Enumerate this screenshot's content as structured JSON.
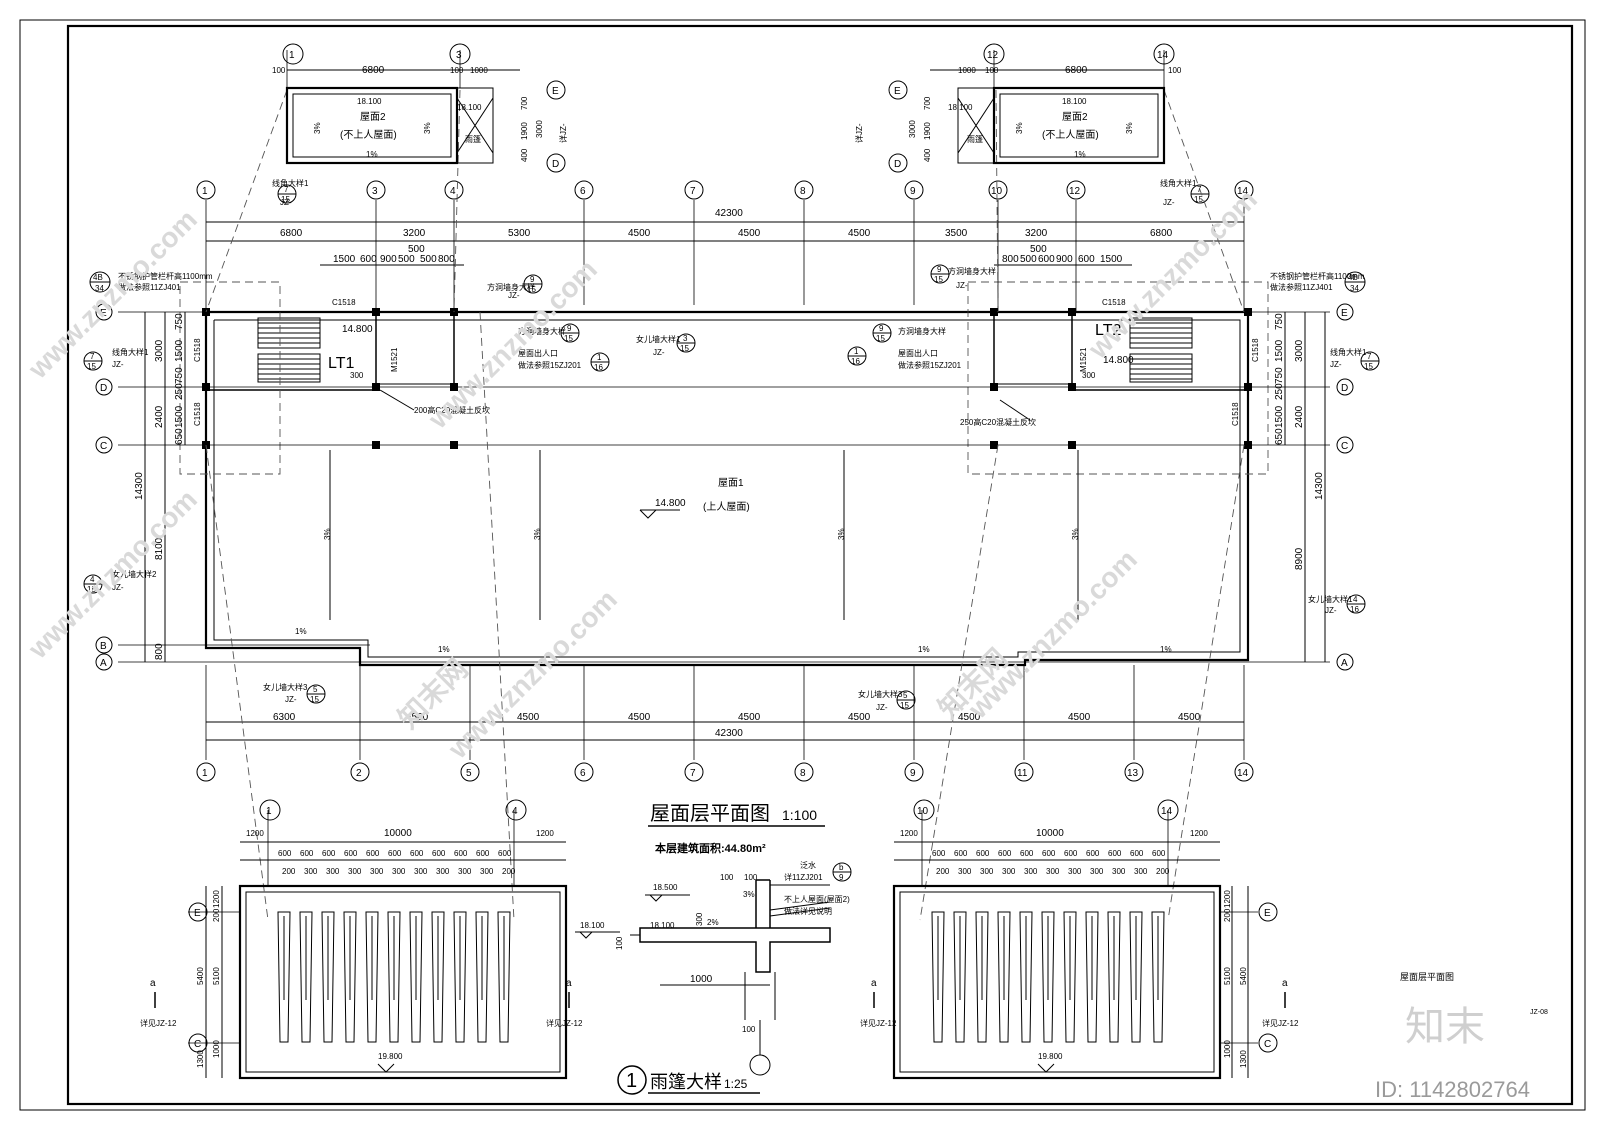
{
  "drawing": {
    "title": "屋面层平面图",
    "title_scale": "1:100",
    "area_label": "本层建筑面积:44.80m²",
    "sheet_name": "屋面层平面图",
    "sheet_no": "JZ-08",
    "detail_title_num": "1",
    "detail_title": "雨篷大样",
    "detail_scale": "1:25"
  },
  "main_plan": {
    "overall_dim": "42300",
    "top_dims": [
      "6800",
      "3200",
      "5300",
      "4500",
      "4500",
      "4500",
      "3500",
      "3200",
      "6800"
    ],
    "sub_dims_left": [
      "1500",
      "600",
      "900",
      "500",
      "500",
      "800"
    ],
    "sub_dims_left_top": "500",
    "sub_dims_right": [
      "800",
      "500",
      "600",
      "900",
      "600",
      "1500"
    ],
    "sub_dims_right_top": "500",
    "bottom_dims": [
      "6300",
      "4500",
      "4500",
      "4500",
      "4500",
      "4500",
      "4500",
      "4500",
      "4500"
    ],
    "left_dims": [
      "3000",
      "2400",
      "8100",
      "800"
    ],
    "left_total": "14300",
    "left_stair_dims": [
      "750",
      "1500",
      "750",
      "250",
      "1500",
      "650"
    ],
    "right_dims": [
      "3000",
      "2400",
      "8900"
    ],
    "right_total": "14300",
    "right_stair_dims": [
      "750",
      "1500",
      "750",
      "250",
      "1500",
      "650"
    ],
    "top_axes": [
      "1",
      "3",
      "4",
      "6",
      "7",
      "8",
      "9",
      "10",
      "12",
      "14"
    ],
    "bottom_axes": [
      "1",
      "2",
      "5",
      "6",
      "7",
      "8",
      "9",
      "11",
      "13",
      "14"
    ],
    "left_row_axes": [
      "E",
      "D",
      "C",
      "B",
      "A"
    ],
    "right_row_axes": [
      "E",
      "D",
      "C",
      "A"
    ],
    "roof1_label": "屋面1",
    "roof1_note": "(上人屋面)",
    "roof1_elev": "14.800",
    "slopes": [
      "3%",
      "3%",
      "3%",
      "3%",
      "1%",
      "1%",
      "1%",
      "1%"
    ],
    "lt1": "LT1",
    "lt2": "LT2",
    "elev_left": "14.800",
    "elev_right": "14.800",
    "door_code": "M1521",
    "win_code": "C1518",
    "dims_300": "300",
    "note_c20_left": "200高C20混凝土反坎",
    "note_c20_right": "250高C20混凝土反坎",
    "note_rail": "不锈钢护管栏杆高1100mm",
    "note_rail2": "做法参照11ZJ401",
    "note_rail_ref": "4B",
    "note_rail_ref_sheet": "34",
    "note_hatch": "屋面出人口",
    "note_hatch2": "做法参照15ZJ201",
    "note_cap": "方洞墙身大样",
    "note_parapet": "女儿墙大样1",
    "note_parapet2": "女儿墙大样2",
    "note_parapet3": "女儿墙大样3",
    "note_eave": "线角大样1",
    "ref_jz": "JZ-",
    "ref_15": "15",
    "ref_16": "16",
    "ref_nums": [
      "7",
      "9",
      "1",
      "3",
      "4",
      "5"
    ]
  },
  "roof2_left": {
    "axes": [
      "1",
      "3"
    ],
    "dims": [
      "100",
      "6800",
      "100",
      "1000"
    ],
    "label": "屋面2",
    "note": "(不上人屋面)",
    "elev": "18.100",
    "canopy": "雨篷",
    "side_dims": [
      "700",
      "1900",
      "400",
      "3000"
    ],
    "rows": [
      "E",
      "D"
    ],
    "slope": "3%",
    "slope2": "1%",
    "ref": "详JZ-"
  },
  "roof2_right": {
    "axes": [
      "12",
      "14"
    ],
    "dims": [
      "1000",
      "100",
      "6800",
      "100"
    ],
    "label": "屋面2",
    "note": "(不上人屋面)",
    "elev": "18.100",
    "canopy": "雨篷",
    "side_dims": [
      "700",
      "1900",
      "400",
      "3000"
    ],
    "rows": [
      "E",
      "D"
    ],
    "slope": "3%",
    "slope2": "1%",
    "ref": "详JZ-"
  },
  "pergola_left": {
    "axes": [
      "1",
      "4"
    ],
    "overall": "10000",
    "edge": "1200",
    "beam": "600",
    "gap": "300",
    "gap_end": "200",
    "side_dims": [
      "1200",
      "200",
      "5100",
      "1000",
      "5400",
      "1300"
    ],
    "rows": [
      "E",
      "C"
    ],
    "elev": "19.800",
    "section": "a",
    "ref": "详见JZ-12"
  },
  "pergola_right": {
    "axes": [
      "10",
      "14"
    ],
    "overall": "10000",
    "edge": "1200",
    "beam": "600",
    "gap": "300",
    "gap_end": "200",
    "side_dims": [
      "1200",
      "200",
      "5100",
      "1000",
      "5400",
      "1300"
    ],
    "rows": [
      "E",
      "C"
    ],
    "elev": "19.800",
    "section": "a",
    "ref": "详见JZ-12"
  },
  "canopy_detail": {
    "elev1": "18.500",
    "elev2": "18.100",
    "elev3": "18.100",
    "dim1": "1000",
    "dim_100": "100",
    "dim_300": "300",
    "slope": "2%",
    "slope2": "3%",
    "note1": "泛水",
    "note2": "详11ZJ201",
    "note3": "不上人屋面(屋面2)",
    "note4": "做法详见说明",
    "ref_num": "b",
    "ref_sheet": "9"
  },
  "watermark": {
    "site": "www.znzmo.com",
    "brand": "知末网",
    "logo": "知末",
    "id": "ID: 1142802764"
  }
}
